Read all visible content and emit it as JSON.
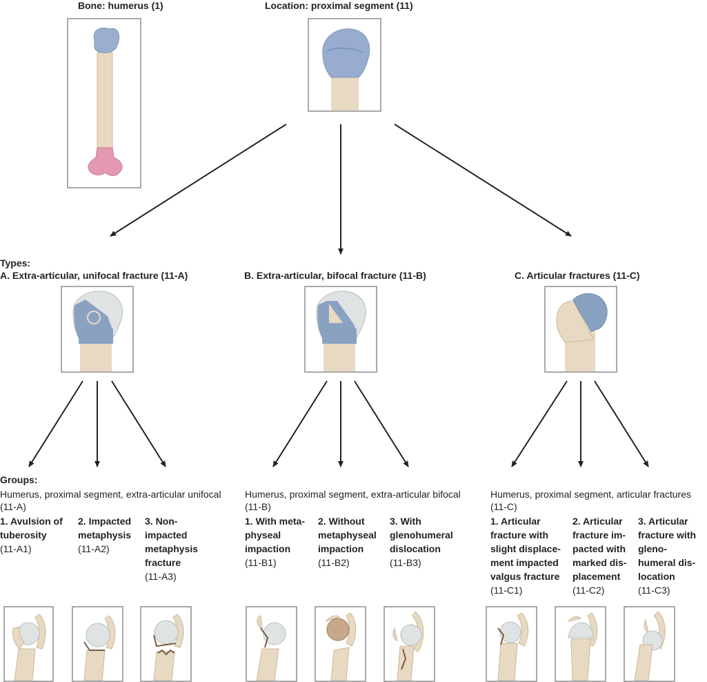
{
  "top": {
    "bone_label": "Bone: humerus (1)",
    "location_label": "Location: proximal segment (11)"
  },
  "types_label": "Types:",
  "types": [
    {
      "title": "A. Extra-articular, unifocal fracture (11-A)"
    },
    {
      "title": "B. Extra-articular, bifocal fracture (11-B)"
    },
    {
      "title": "C. Articular fractures (11-C)"
    }
  ],
  "groups_label": "Groups:",
  "group_sets": [
    {
      "heading": "Humerus, proximal segment, extra-articular unifocal",
      "code": "(11-A)",
      "items": [
        {
          "title": "1. Avulsion of\ntuberosity",
          "code": "(11-A1)"
        },
        {
          "title": "2. Impacted\nmetaphysis",
          "code": "(11-A2)"
        },
        {
          "title": "3. Non-\nimpacted\nmetaphysis\nfracture",
          "code": "(11-A3)"
        }
      ]
    },
    {
      "heading": "Humerus, proximal segment, extra-articular bifocal",
      "code": "(11-B)",
      "items": [
        {
          "title": "1. With meta-\nphyseal\nimpaction",
          "code": "(11-B1)"
        },
        {
          "title": "2. Without\nmetaphyseal\nimpaction",
          "code": "(11-B2)"
        },
        {
          "title": "3. With\nglenohumeral\ndislocation",
          "code": "(11-B3)"
        }
      ]
    },
    {
      "heading": "Humerus, proximal segment, articular fractures",
      "code": "(11-C)",
      "items": [
        {
          "title": "1. Articular\nfracture with\nslight displace-\nment impacted\nvalgus fracture",
          "code": "(11-C1)"
        },
        {
          "title": "2. Articular\nfracture im-\npacted with\nmarked dis-\nplacement",
          "code": "(11-C2)"
        },
        {
          "title": "3. Articular\nfracture with\ngleno-\nhumeral dis-\nlocation",
          "code": "(11-C3)"
        }
      ]
    }
  ],
  "colors": {
    "bone": "#e8d9c3",
    "bone_shadow": "#cdb79a",
    "highlight_blue": "#8da8c8",
    "highlight_pink": "#e39ab0",
    "head_grey": "#dfe3e3",
    "frame_border": "#a8a8a8",
    "arrow": "#222222"
  }
}
